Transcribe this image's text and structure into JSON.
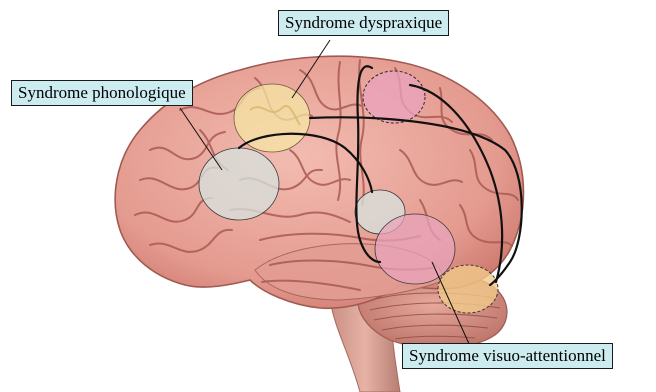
{
  "labels": {
    "dyspraxique": "Syndrome dyspraxique",
    "phonologique": "Syndrome phonologique",
    "visuo_attentionnel": "Syndrome visuo-attentionnel"
  },
  "colors": {
    "label_background": "#cdecf0",
    "brain_base": "#eaa49a",
    "brain_sulci": "#b65f58",
    "region_yellow": "#f6e6a4",
    "region_pink": "#e9a3bd",
    "region_gray": "#d7e0dc",
    "region_orange": "#f1c98a",
    "connection_line": "#111111"
  },
  "regions": [
    {
      "name": "dyspraxique-region",
      "color": "yellow"
    },
    {
      "name": "parietal-dashed-region",
      "color": "pink",
      "dashed": true
    },
    {
      "name": "phonologique-region",
      "color": "gray"
    },
    {
      "name": "temporal-small-region",
      "color": "gray"
    },
    {
      "name": "visuo-attentionnel-region",
      "color": "pink"
    },
    {
      "name": "cerebellum-dashed-region",
      "color": "orange",
      "dashed": true
    }
  ]
}
